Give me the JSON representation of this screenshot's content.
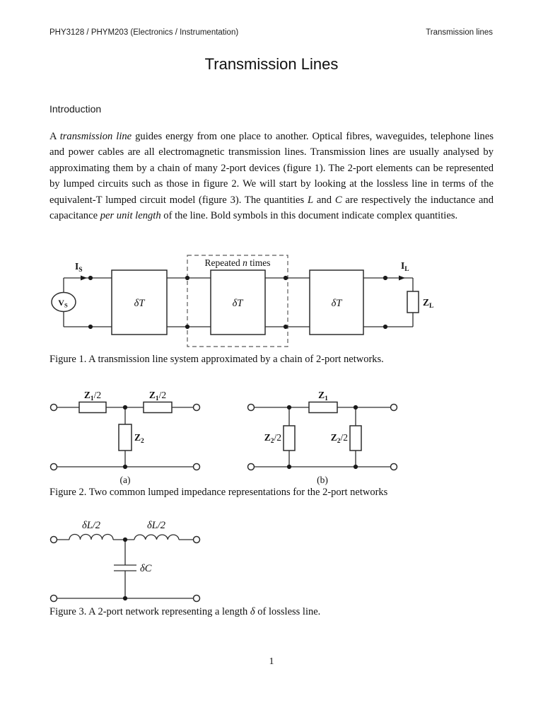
{
  "header": {
    "left": "PHY3128 / PHYM203 (Electronics / Instrumentation)",
    "right": "Transmission lines"
  },
  "title": "Transmission Lines",
  "introduction": {
    "heading": "Introduction",
    "paragraph": [
      {
        "t": "A "
      },
      {
        "t": "transmission line"
      },
      {
        "t": " guides energy from one place to another. Optical fibres, waveguides, telephone lines and power cables are all electromagnetic transmission lines. Transmission lines are usually analysed by approximating them by a chain of many 2-port devices (figure 1). The 2-port elements can be represented by lumped circuits such as those in figure 2. We will start by looking at the lossless line in terms of the equivalent-T lumped circuit model (figure 3). The quantities "
      },
      {
        "t": "L"
      },
      {
        "t": " and "
      },
      {
        "t": "C"
      },
      {
        "t": " are respectively the inductance and capacitance "
      },
      {
        "t": "per unit length"
      },
      {
        "t": " of the line. Bold symbols in this document indicate complex quantities."
      }
    ]
  },
  "figure1": {
    "source_label": {
      "main": "V",
      "sub": "S"
    },
    "source_current_label": {
      "main": "I",
      "sub": "S"
    },
    "load_current_label": {
      "main": "I",
      "sub": "L"
    },
    "load_label": {
      "main": "Z",
      "sub": "L"
    },
    "block_label": "δT",
    "repeated_label": {
      "pre": "Repeated ",
      "n": "n",
      "post": " times"
    },
    "caption": "Figure 1. A transmission line system approximated by a chain of 2-port networks."
  },
  "figure2": {
    "z1_half": {
      "main": "Z",
      "sub": "1",
      "suffix": "/2"
    },
    "z2": {
      "main": "Z",
      "sub": "2",
      "suffix": ""
    },
    "z1": {
      "main": "Z",
      "sub": "1",
      "suffix": ""
    },
    "z2_half": {
      "main": "Z",
      "sub": "2",
      "suffix": "/2"
    },
    "label_a": "(a)",
    "label_b": "(b)",
    "caption": "Figure 2. Two common lumped impedance representations for the 2-port networks"
  },
  "figure3": {
    "inductor_label": "δL/2",
    "capacitor_label": "δC",
    "caption": {
      "pre": "Figure 3. A 2-port network representing a length ",
      "delta": "δ",
      "post": " of lossless line."
    }
  },
  "footer": {
    "page_number": "1"
  }
}
